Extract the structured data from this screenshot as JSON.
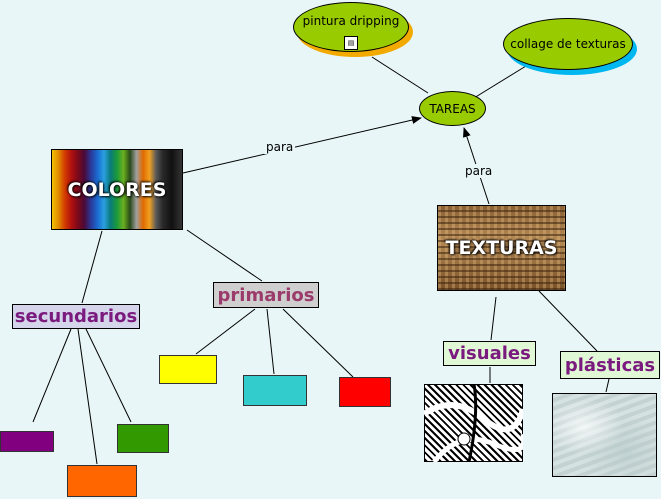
{
  "nodes": {
    "tareas": "TAREAS",
    "pintura": "pintura dripping",
    "collage": "collage de texturas",
    "colores": "COLORES",
    "texturas": "TEXTURAS",
    "primarios": "primarios",
    "secundarios": "secundarios",
    "visuales": "visuales",
    "plasticas": "plásticas"
  },
  "link_labels": {
    "colores_tareas": "para",
    "texturas_tareas": "para"
  },
  "colors": {
    "background": "#e8f6f7",
    "ellipse_fill": "#99cc00",
    "label_text": "#7b1a7e",
    "primarios_text": "#9a3b6b",
    "primary_yellow": "#ffff00",
    "primary_cyan": "#33cccc",
    "primary_red": "#ff0000",
    "secondary_purple": "#800080",
    "secondary_orange": "#ff6600",
    "secondary_green": "#339900"
  },
  "icons": {
    "pintura_attachment": "document-icon"
  }
}
